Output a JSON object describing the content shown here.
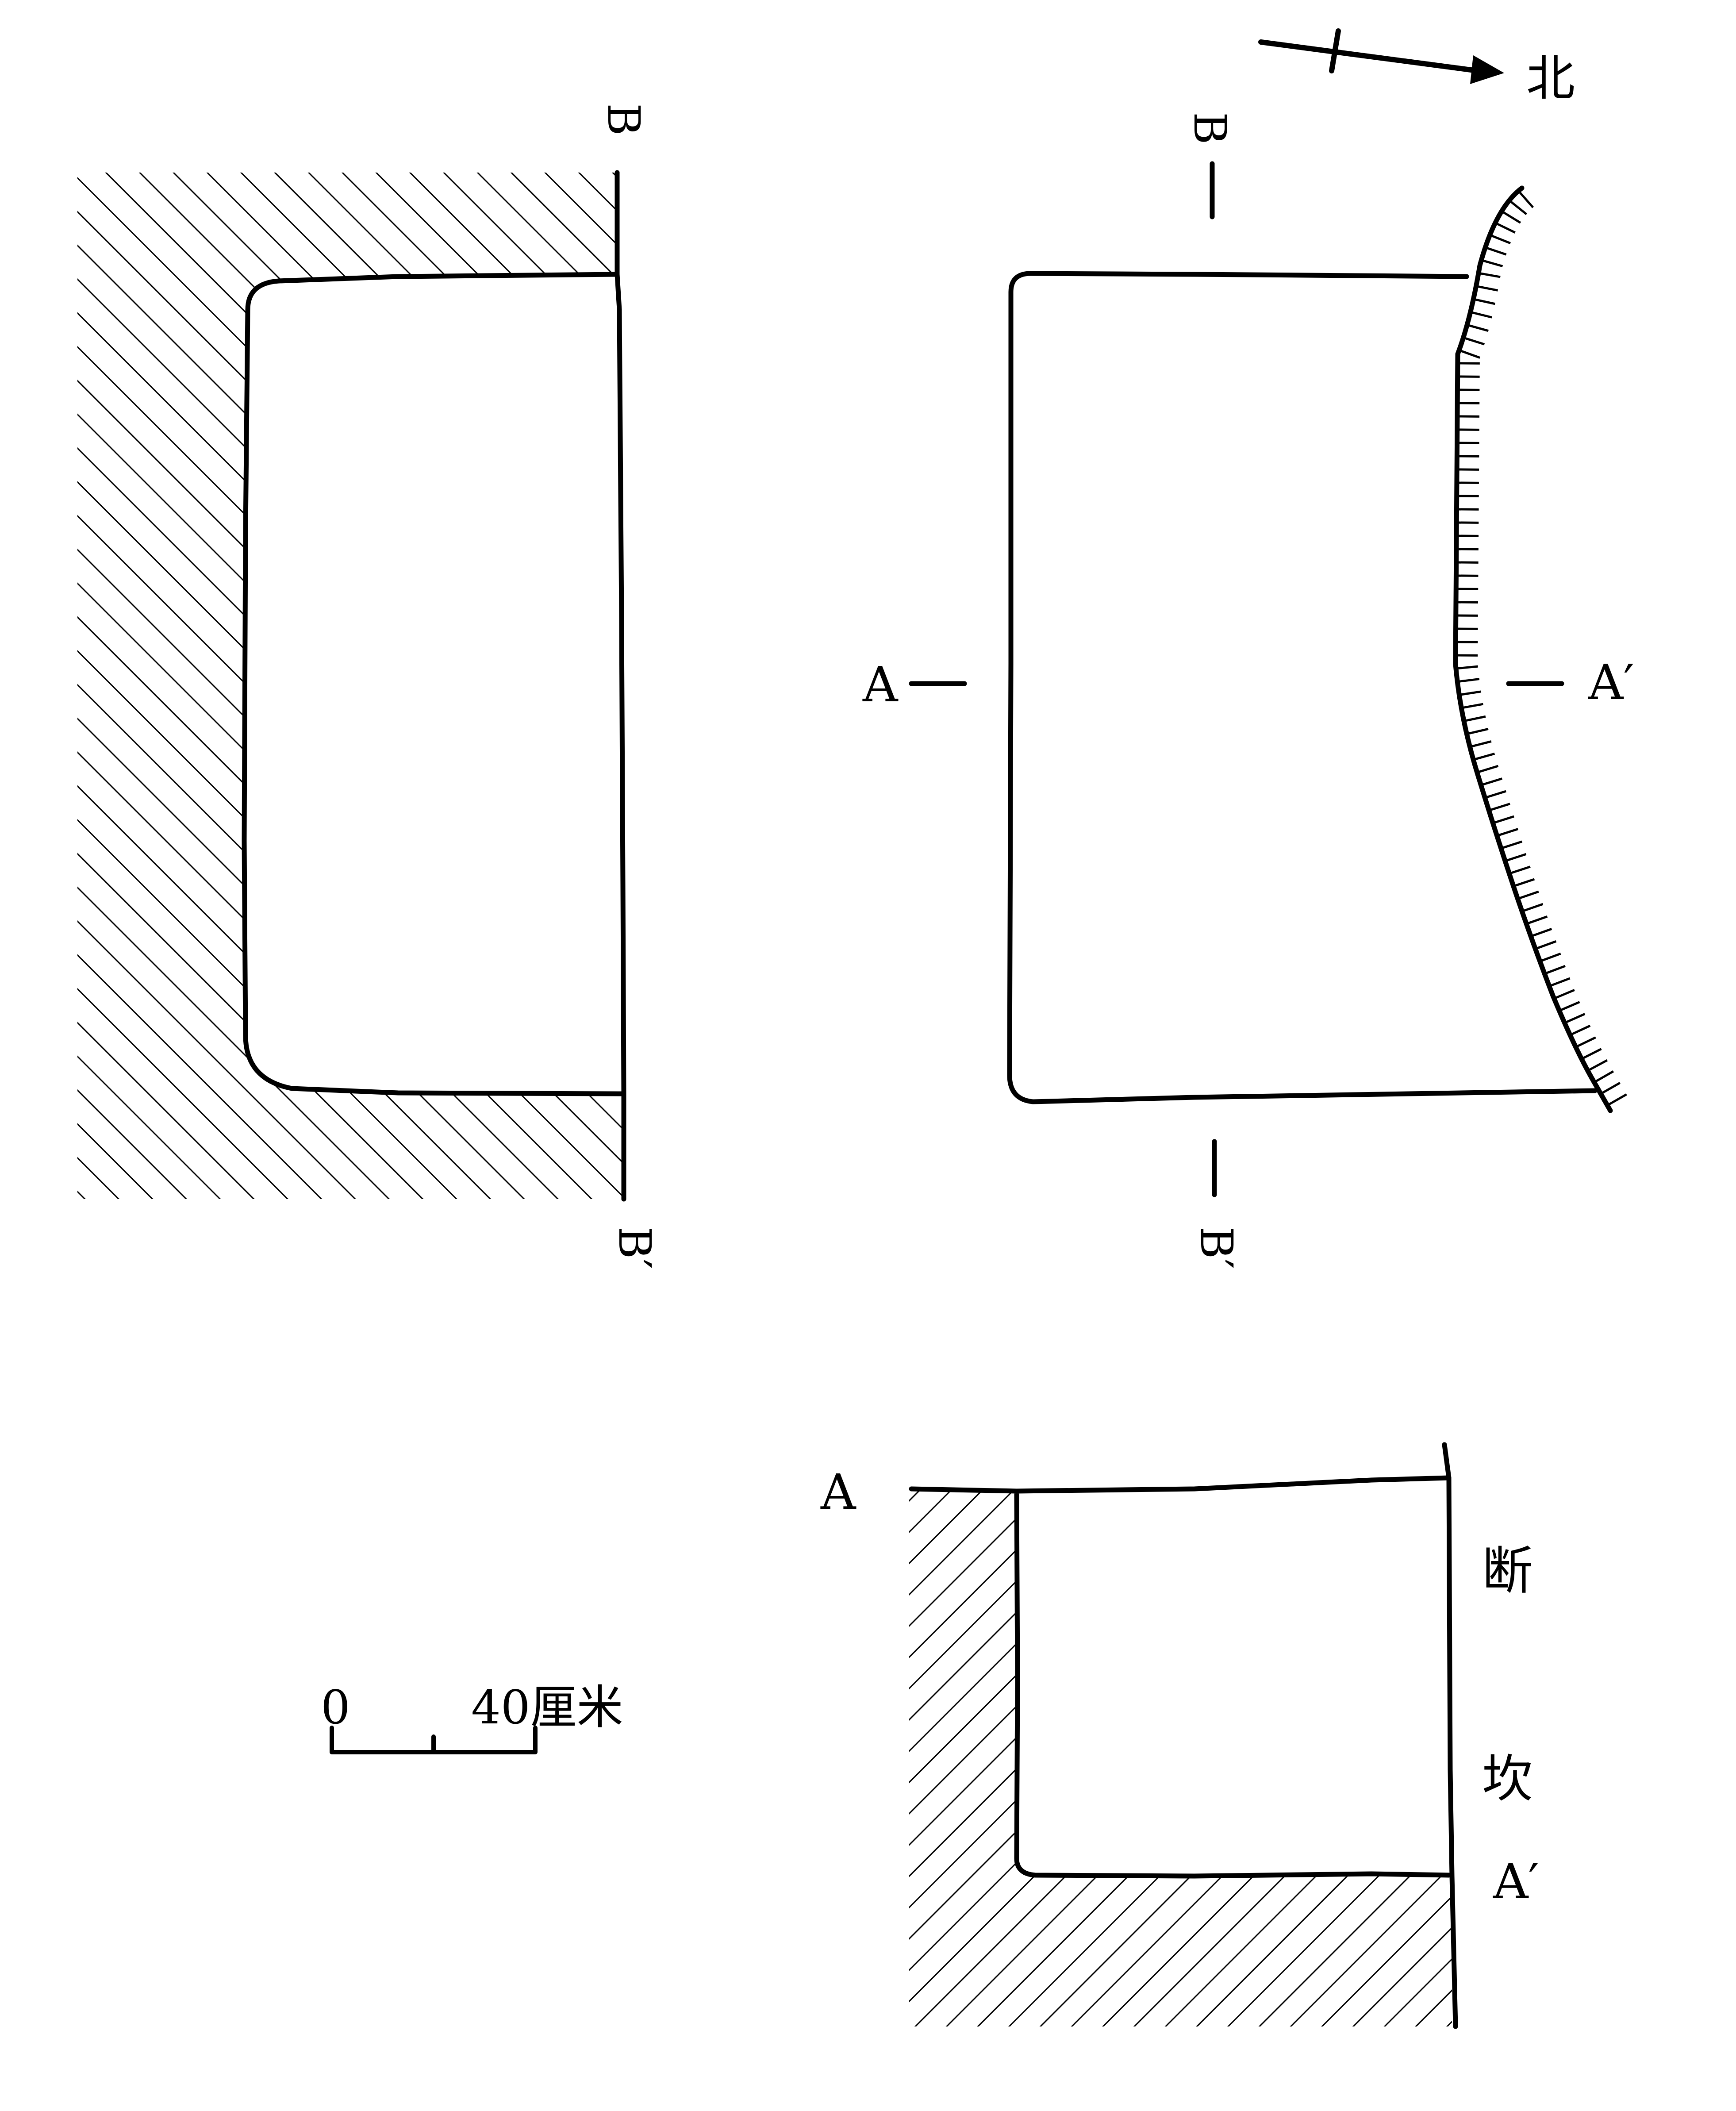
{
  "north_arrow": {
    "label": "北"
  },
  "section_bb": {
    "top_label": "B",
    "bottom_label": "B′"
  },
  "plan": {
    "label_b_top": "B",
    "label_b_bottom": "B′",
    "label_a_left": "A",
    "label_a_right": "A′"
  },
  "section_aa": {
    "label_left": "A",
    "label_right": "A′",
    "cliff_char_1": "断",
    "cliff_char_2": "坎"
  },
  "scale_bar": {
    "start_label": "0",
    "end_label": "40厘米"
  },
  "colors": {
    "ink": "#000000",
    "background": "#ffffff"
  }
}
